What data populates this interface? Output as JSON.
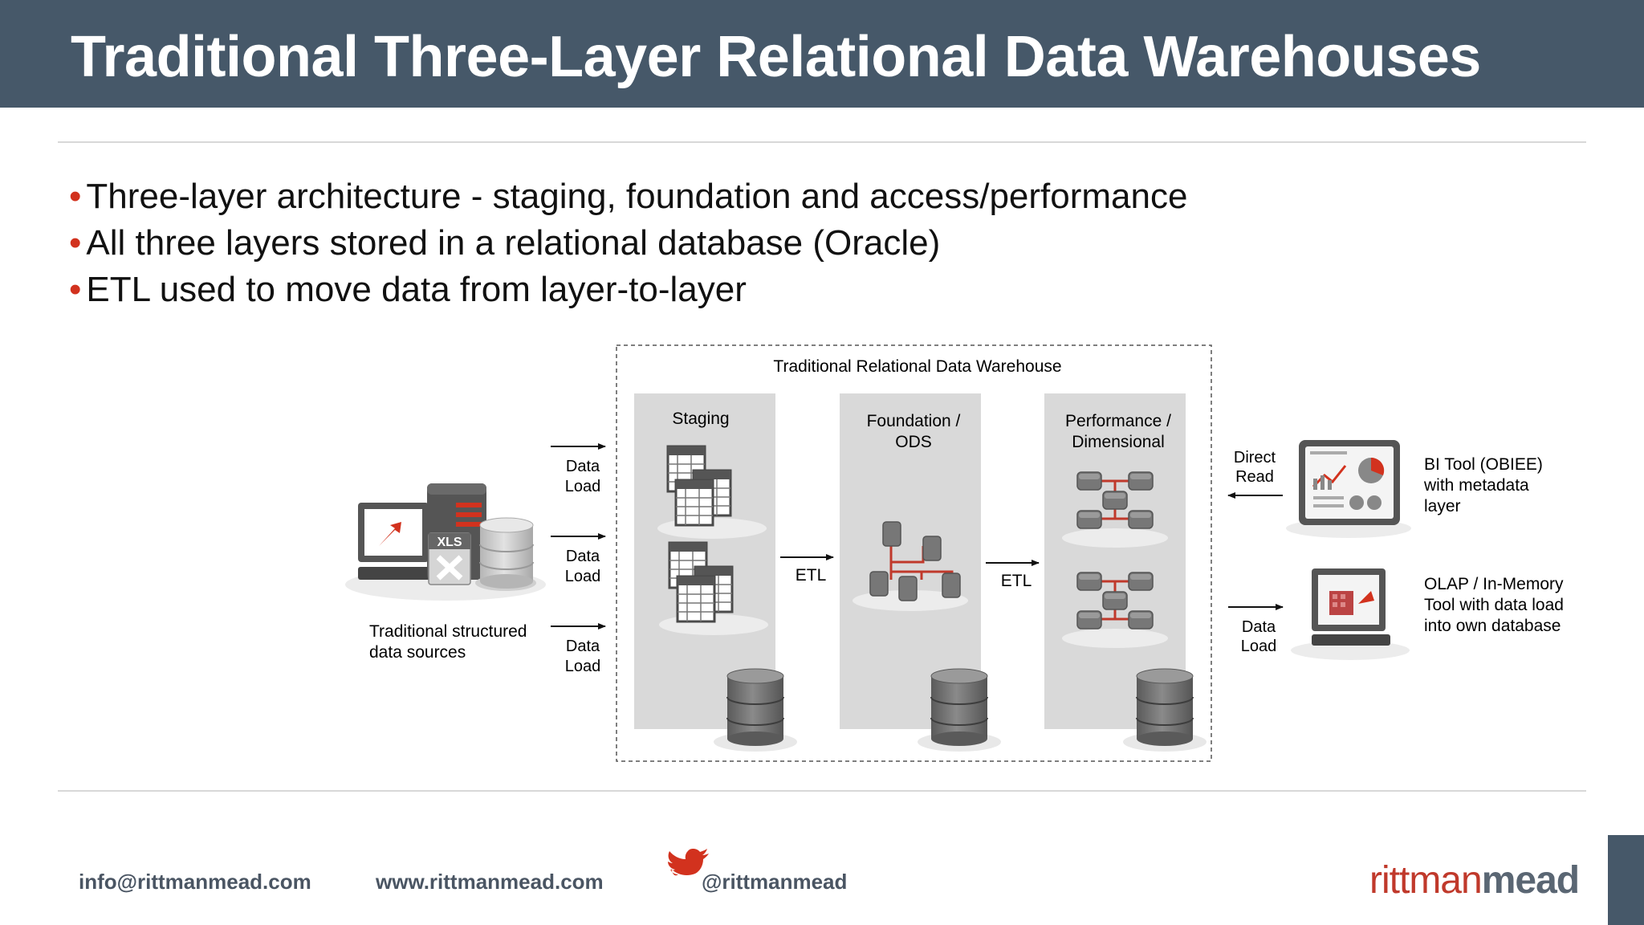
{
  "slide": {
    "title": "Traditional Three-Layer Relational Data Warehouses",
    "bullets": [
      "Three-layer architecture - staging, foundation and access/performance",
      "All three layers stored in a relational database (Oracle)",
      "ETL used to move data from layer-to-layer"
    ]
  },
  "diagram": {
    "warehouse_title": "Traditional Relational Data Warehouse",
    "layers": {
      "staging": "Staging",
      "foundation": [
        "Foundation /",
        "ODS"
      ],
      "performance": [
        "Performance /",
        "Dimensional"
      ]
    },
    "etl_label": "ETL",
    "data_load": [
      "Data",
      "Load"
    ],
    "direct_read": [
      "Direct",
      "Read"
    ],
    "sources_label": [
      "Traditional structured",
      "data sources"
    ],
    "xls_label": "XLS",
    "bi_tool": [
      "BI Tool (OBIEE)",
      "with metadata",
      "layer"
    ],
    "olap_tool": [
      "OLAP / In-Memory",
      "Tool with data load",
      "into own database"
    ]
  },
  "footer": {
    "email": "info@rittmanmead.com",
    "website": "www.rittmanmead.com",
    "twitter": "@rittmanmead",
    "brand_left": "rittman",
    "brand_right": "mead"
  },
  "colors": {
    "header_bg": "#465869",
    "accent_red": "#d2321e",
    "panel_gray": "#d9d9d9",
    "cylinder_gray": "#6e6e6e"
  }
}
